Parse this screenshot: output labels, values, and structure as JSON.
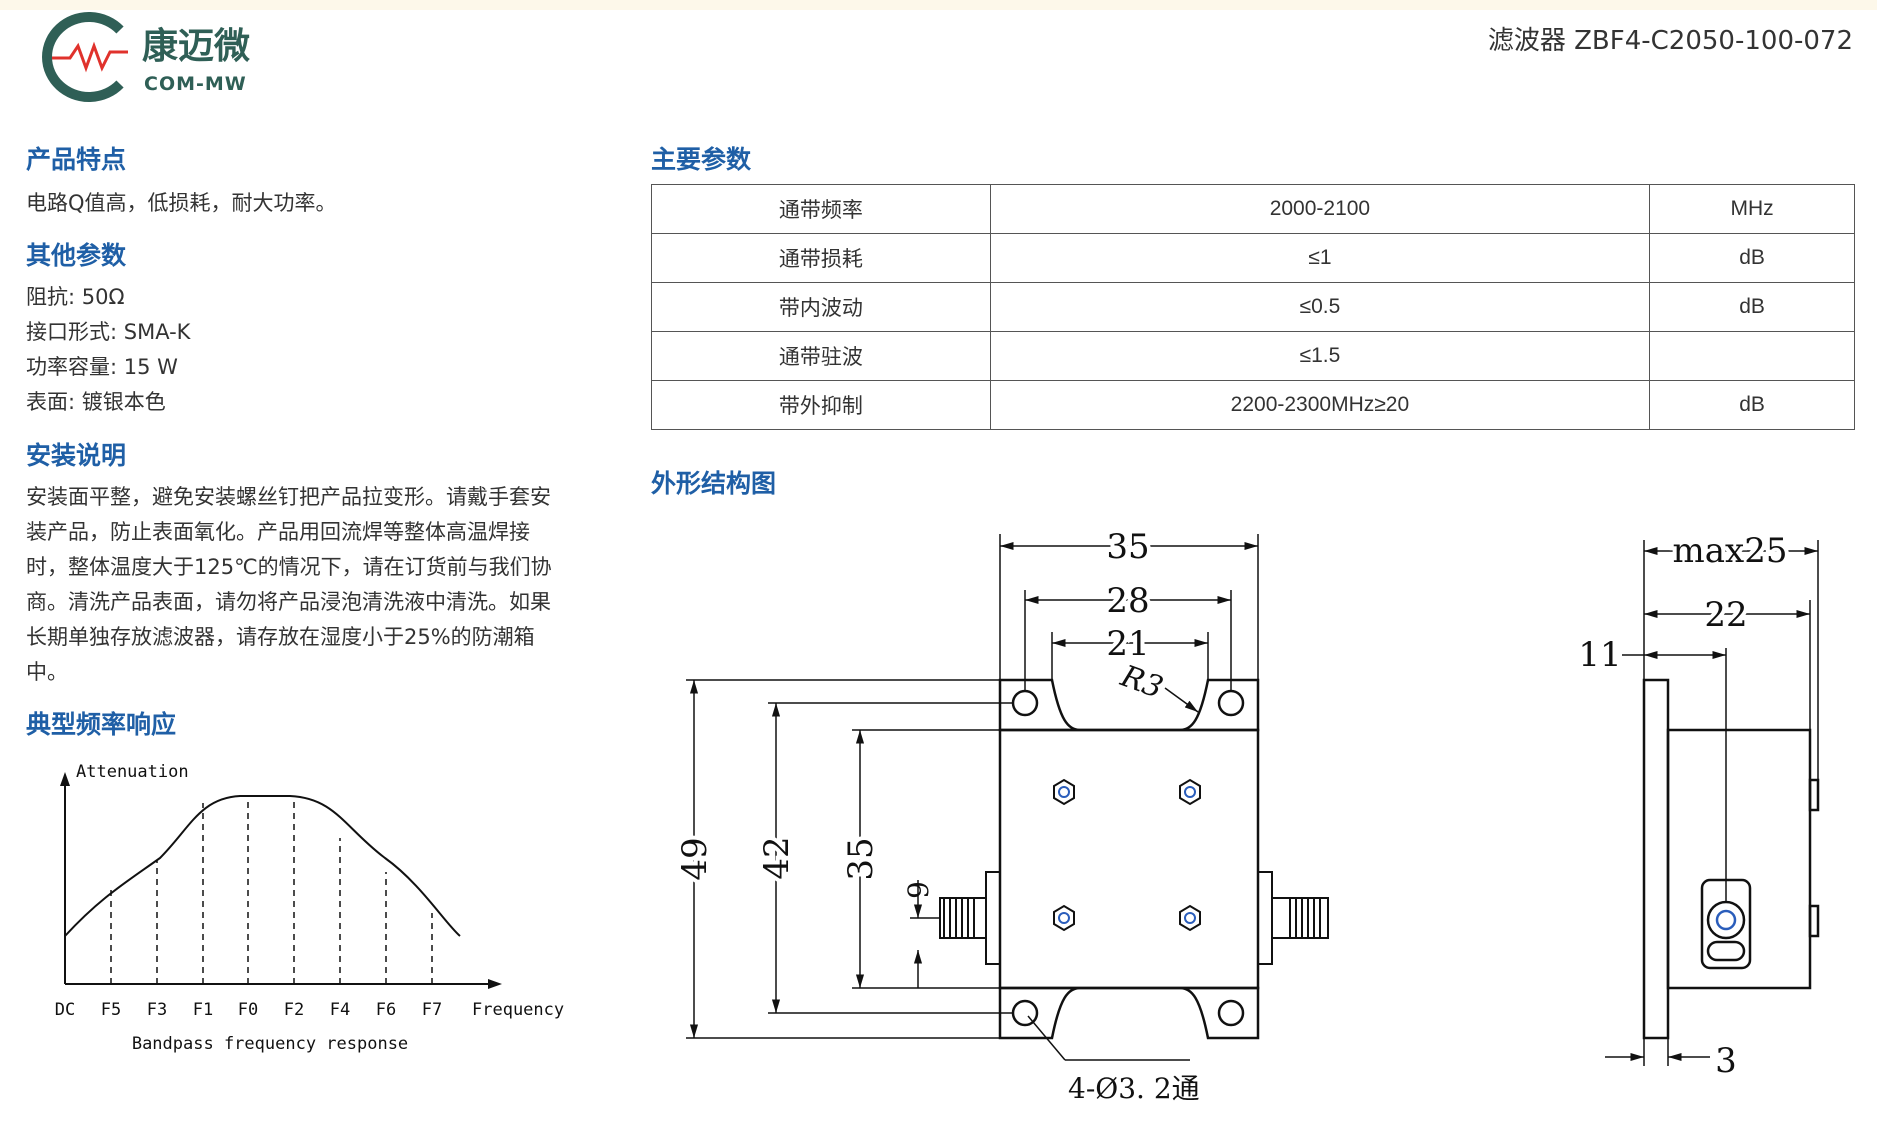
{
  "brand": {
    "name_cn": "康迈微",
    "name_en": "COM-MW",
    "colors": {
      "ring": "#2f5f56",
      "wave": "#e0322c",
      "heading": "#1f5fa6"
    }
  },
  "header": {
    "title": "滤波器 ZBF4-C2050-100-072"
  },
  "features": {
    "heading": "产品特点",
    "text": "电路Q值高，低损耗，耐大功率。"
  },
  "other_params": {
    "heading": "其他参数",
    "items": [
      "阻抗: 50Ω",
      "接口形式: SMA-K",
      "功率容量: 15 W",
      "表面: 镀银本色"
    ]
  },
  "install": {
    "heading": "安装说明",
    "lines": [
      "安装面平整，避免安装螺丝钉把产品拉变形。请戴手套安",
      "装产品，防止表面氧化。产品用回流焊等整体高温焊接",
      "时，整体温度大于125℃的情况下，请在订货前与我们协",
      "商。清洗产品表面，请勿将产品浸泡清洗液中清洗。如果",
      "长期单独存放滤波器，请存放在湿度小于25%的防潮箱",
      "中。"
    ]
  },
  "response": {
    "heading": "典型频率响应",
    "y_label": "Attenuation",
    "x_label": "Frequency",
    "ticks": [
      "DC",
      "F5",
      "F3",
      "F1",
      "F0",
      "F2",
      "F4",
      "F6",
      "F7"
    ],
    "caption": "Bandpass frequency response"
  },
  "main_params": {
    "heading": "主要参数",
    "rows": [
      {
        "name": "通带频率",
        "value": "2000-2100",
        "unit": "MHz"
      },
      {
        "name": "通带损耗",
        "value": "≤1",
        "unit": "dB"
      },
      {
        "name": "带内波动",
        "value": "≤0.5",
        "unit": "dB"
      },
      {
        "name": "通带驻波",
        "value": "≤1.5",
        "unit": ""
      },
      {
        "name": "带外抑制",
        "value": "2200-2300MHz≥20",
        "unit": "dB"
      }
    ]
  },
  "outline": {
    "heading": "外形结构图",
    "dims": {
      "w35": "35",
      "w28": "28",
      "w21": "21",
      "r3": "R3",
      "h49": "49",
      "h42": "42",
      "h35": "35",
      "h9": "9",
      "hole": "4-Ø3. 2通",
      "max25": "max25",
      "d22": "22",
      "d11": "11",
      "d3": "3"
    }
  }
}
